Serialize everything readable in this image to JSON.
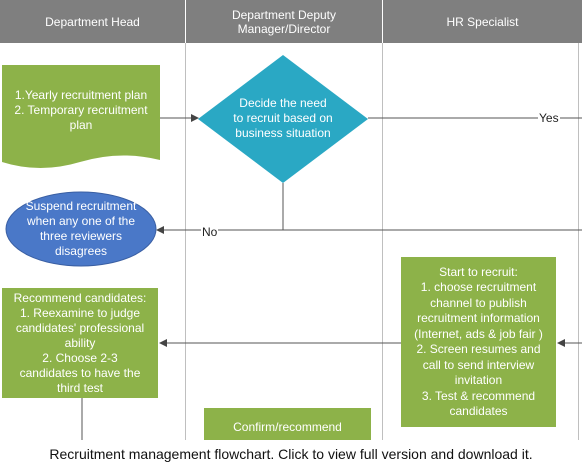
{
  "lanes": [
    "Department Head",
    "Department Deputy\nManager/Director",
    "HR Specialist"
  ],
  "nodes": {
    "plan": "1.Yearly recruitment plan\n2. Temporary recruitment\nplan",
    "decide": "Decide the need\nto recruit based on\nbusiness situation",
    "suspend": "Suspend recruitment\nwhen any one of the\nthree reviewers\ndisagrees",
    "recommend": "Recommend candidates:\n1. Reexamine to judge\ncandidates' professional\nability\n2. Choose 2-3\ncandidates to have the\nthird test",
    "start": "Start to recruit:\n1. choose recruitment\nchannel to publish\nrecruitment information\n(Internet, ads & job fair )\n2. Screen resumes and\ncall to send interview\ninvitation\n3. Test & recommend\ncandidates",
    "confirm": "Confirm/recommend"
  },
  "labels": {
    "yes": "Yes",
    "no": "No"
  },
  "caption": "Recruitment management flowchart. Click to view full version and download it.",
  "colors": {
    "header": "#7f7f7f",
    "green": "#8db249",
    "teal": "#2aa8c4",
    "blue": "#4a78c8"
  }
}
